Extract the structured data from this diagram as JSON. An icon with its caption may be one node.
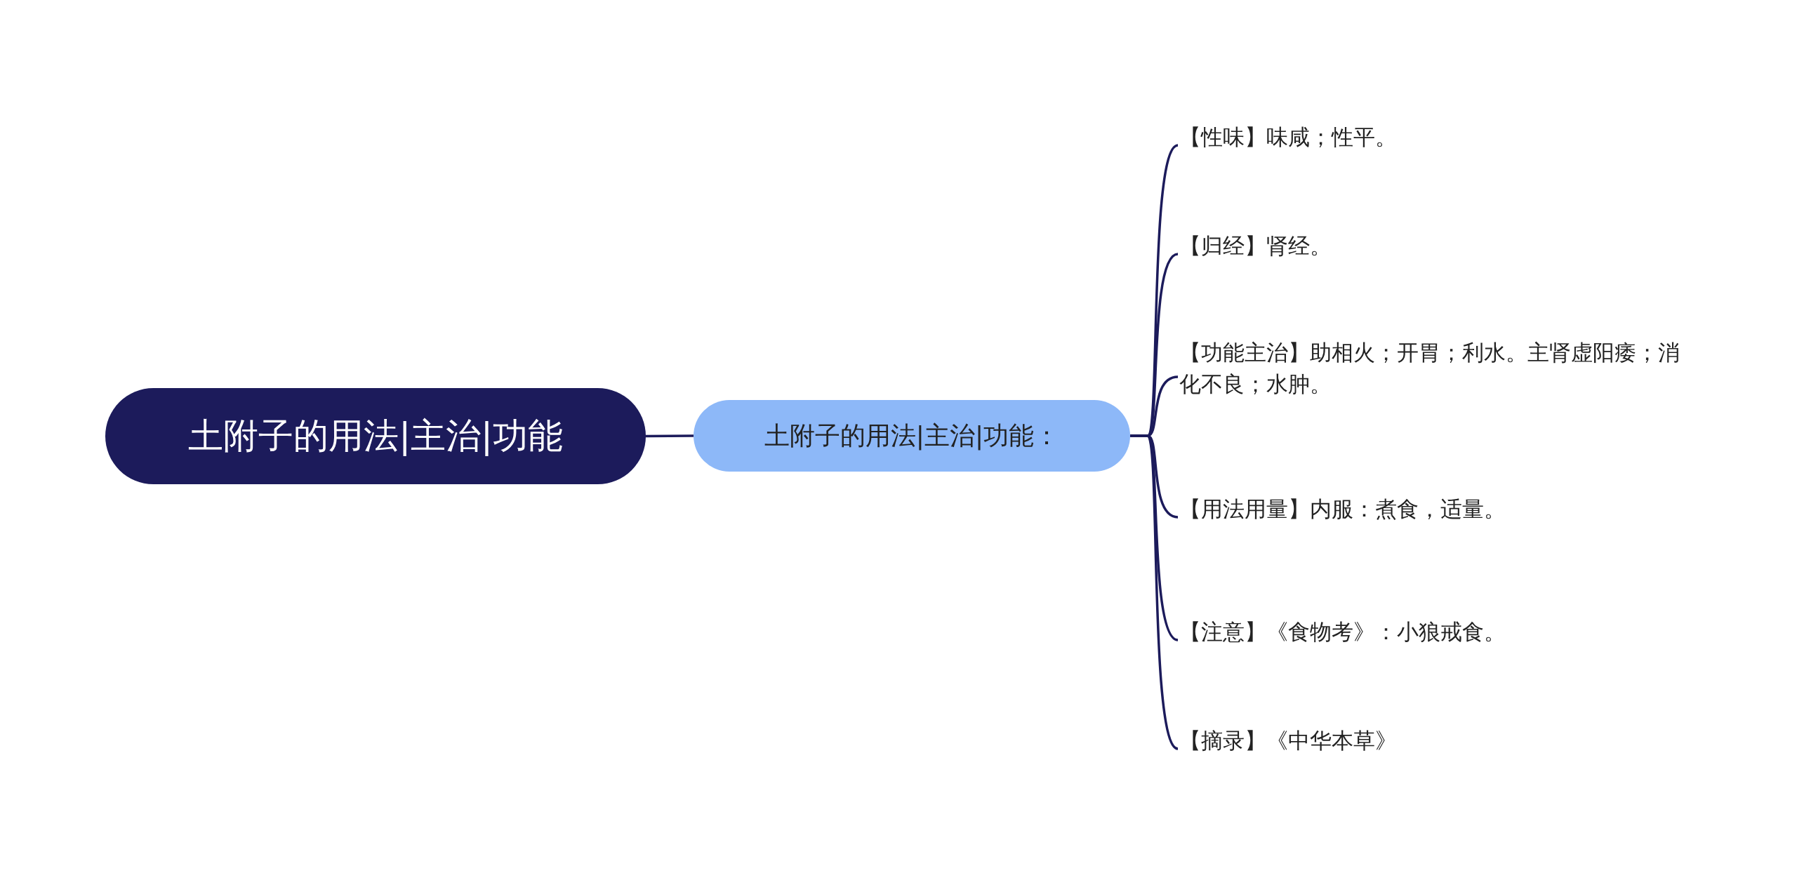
{
  "diagram": {
    "nodes": [
      {
        "text": [
          "土附子的用法|主治|功能"
        ]
      },
      {
        "text": [
          "土附子的用法|主治|功能："
        ]
      },
      {
        "text": [
          "【性味】味咸；性平。"
        ]
      },
      {
        "text": [
          "【归经】肾经。"
        ]
      },
      {
        "text": [
          "【功能主治】助相火；开胃；利水。主肾虚阳痿；消化不良；水肿。"
        ]
      },
      {
        "text": [
          "【用法用量】内服：煮食，适量。"
        ]
      },
      {
        "text": [
          "【注意】《食物考》：小狼戒食。"
        ]
      },
      {
        "text": [
          "【摘录】《中华本草》"
        ]
      }
    ],
    "edges": [
      {
        "from": 0,
        "to": 1,
        "arrow": "none"
      },
      {
        "from": 1,
        "to": 2,
        "arrow": "none"
      },
      {
        "from": 1,
        "to": 3,
        "arrow": "none"
      },
      {
        "from": 1,
        "to": 4,
        "arrow": "none"
      },
      {
        "from": 1,
        "to": 5,
        "arrow": "none"
      },
      {
        "from": 1,
        "to": 6,
        "arrow": "none"
      },
      {
        "from": 1,
        "to": 7,
        "arrow": "none"
      }
    ]
  }
}
